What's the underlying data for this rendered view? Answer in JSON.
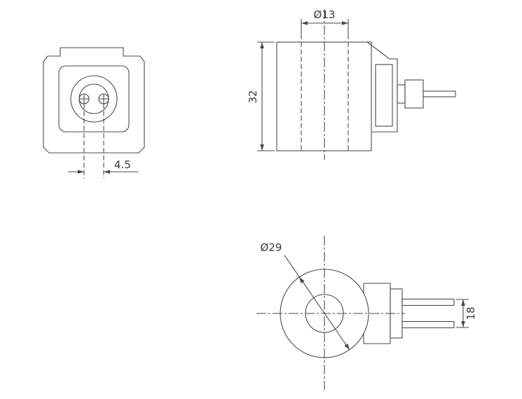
{
  "drawing": {
    "background": "#ffffff",
    "line_color": "#4a4a4a",
    "labels": {
      "pin_spacing": "4.5",
      "bore_diameter": "Ø13",
      "body_height": "32",
      "coil_diameter": "Ø29",
      "connector_height": "18"
    }
  }
}
